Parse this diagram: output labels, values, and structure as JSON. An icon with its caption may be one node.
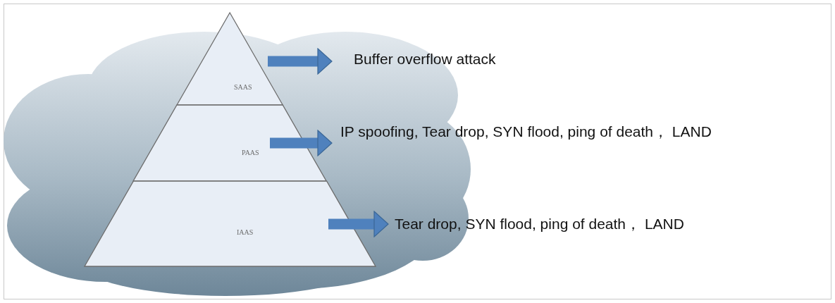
{
  "diagram": {
    "nodes": [
      {
        "text": [
          "SAAS"
        ]
      },
      {
        "text": [
          "PAAS"
        ]
      },
      {
        "text": [
          "IAAS"
        ]
      },
      {
        "text": [
          "Buffer overflow attack"
        ]
      },
      {
        "text": [
          "IP spoofing, Tear drop, SYN flood, ping of death，  LAND"
        ]
      },
      {
        "text": [
          "Tear drop, SYN flood, ping of death，  LAND"
        ]
      }
    ],
    "edges": [
      {
        "from": 0,
        "to": 3,
        "arrow": "to"
      },
      {
        "from": 1,
        "to": 4,
        "arrow": "to"
      },
      {
        "from": 2,
        "to": 5,
        "arrow": "to"
      }
    ]
  }
}
